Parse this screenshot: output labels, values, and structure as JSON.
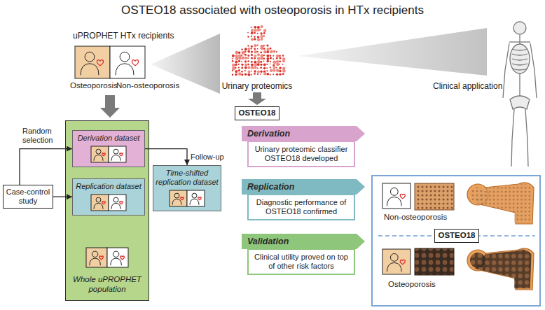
{
  "diagram": {
    "title": "OSTEO18 associated with osteoporosis in HTx recipients",
    "nodes": [
      {
        "text": [
          "Case-control study"
        ]
      },
      {
        "text": [
          "Whole uPROPHET population"
        ]
      },
      {
        "text": [
          "Derivation dataset"
        ],
        "in": 1
      },
      {
        "text": [
          "Replication dataset"
        ],
        "in": 1
      },
      {
        "text": [
          "Time-shifted replication dataset"
        ]
      },
      {
        "text": [
          "OSTEO18"
        ]
      },
      {
        "text": [
          "Derivation",
          "Urinary proteomic classifier OSTEO18 developed"
        ]
      },
      {
        "text": [
          "Replication",
          "Diagnostic performance of OSTEO18 confirmed"
        ]
      },
      {
        "text": [
          "Validation",
          "Clinical utility proved on top of other risk factors"
        ]
      },
      {
        "text": [
          "Non-osteoporosis",
          "Osteoporosis"
        ]
      },
      {
        "text": [
          "OSTEO18"
        ],
        "in": 9
      }
    ],
    "edges": [
      {
        "from": 0,
        "to": 2,
        "arrow": "to",
        "label": "Random selection"
      },
      {
        "from": 0,
        "to": 3,
        "arrow": "to"
      },
      {
        "from": 2,
        "to": 4,
        "arrow": "to",
        "label": "Follow-up"
      }
    ],
    "labels": [
      "uPROPHET HTx recipients",
      "Osteoporosis",
      "Non-osteoporosis",
      "Urinary proteomics",
      "Clinical application"
    ]
  }
}
